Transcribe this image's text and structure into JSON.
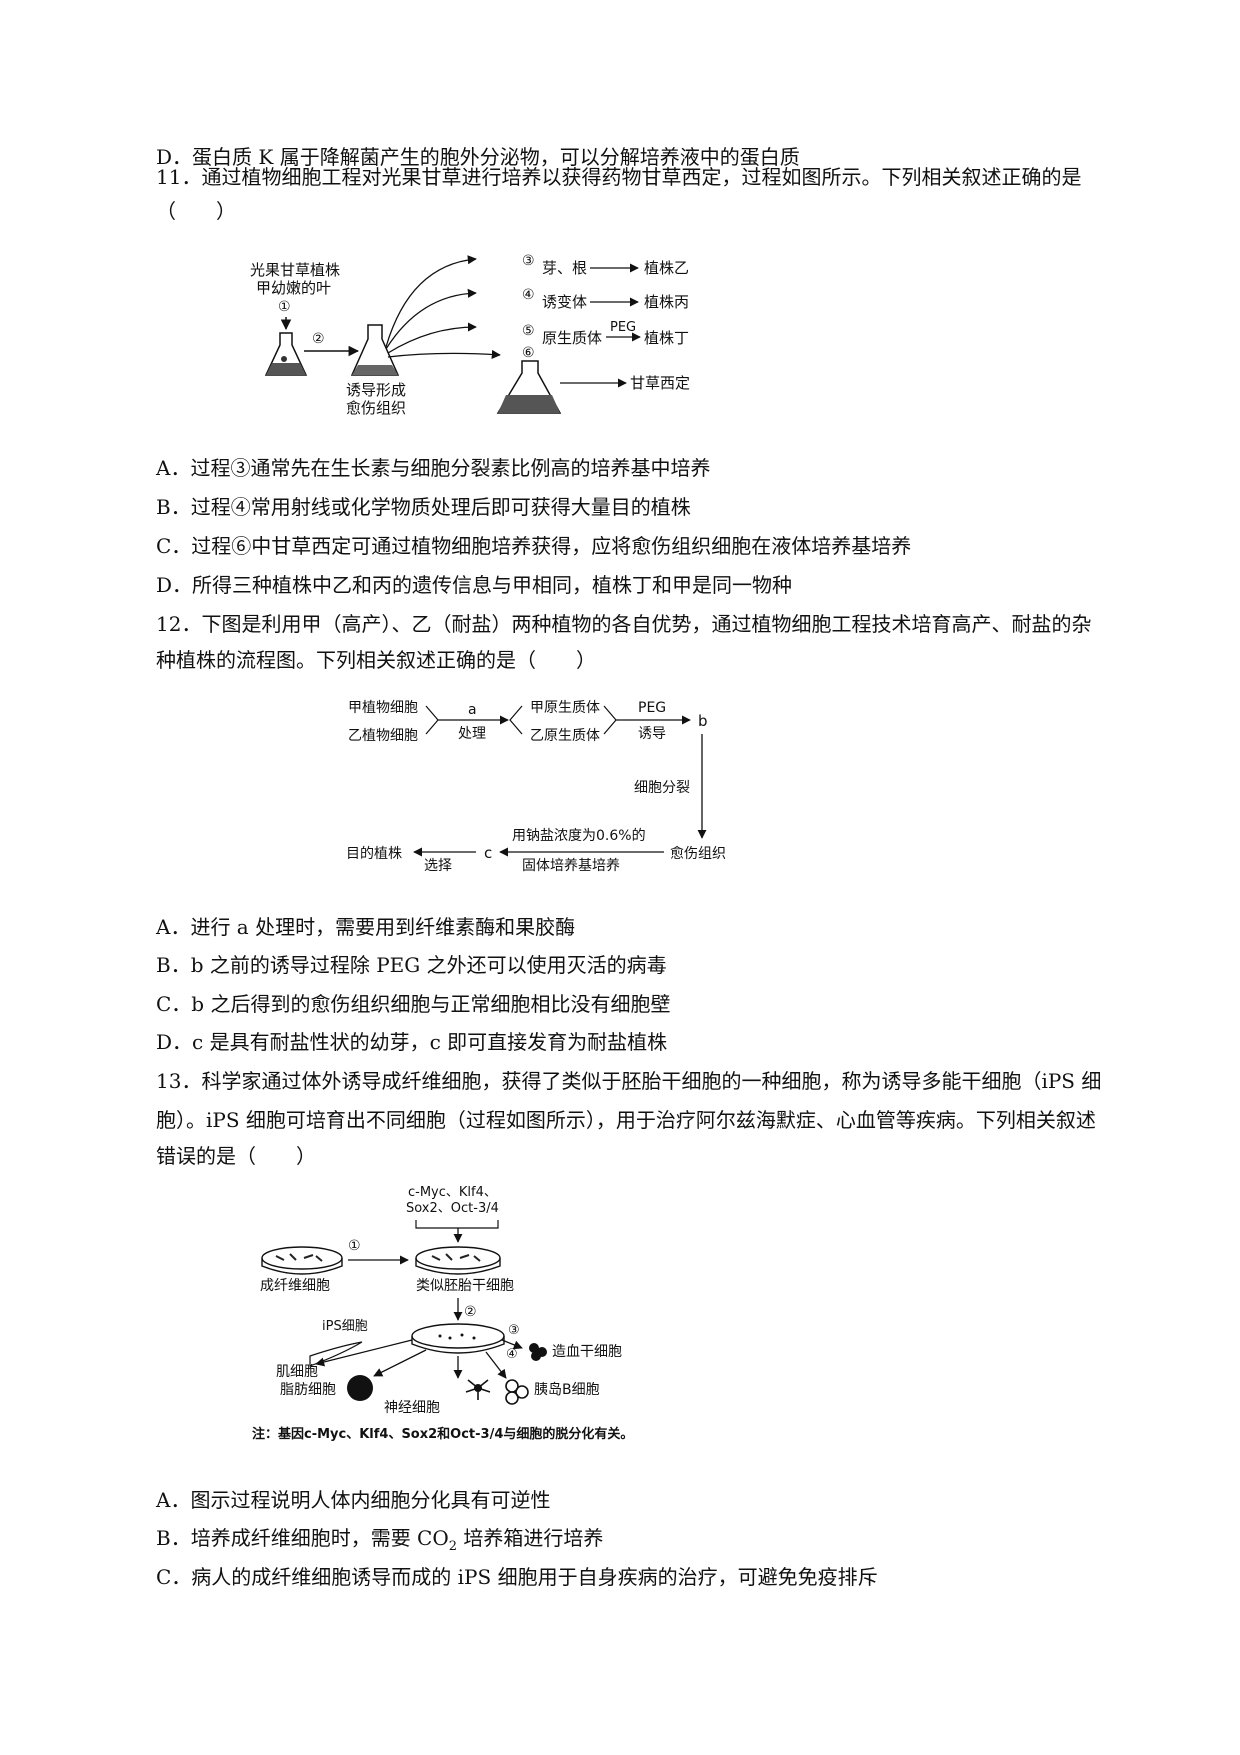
{
  "q10": {
    "opt_d": "D．蛋白质 K 属于降解菌产生的胞外分泌物，可以分解培养液中的蛋白质"
  },
  "q11": {
    "stem_1": "11．通过植物细胞工程对光果甘草进行培养以获得药物甘草西定，过程如图所示。下列相关叙述正确的是",
    "stem_2": "（　　）",
    "figure": {
      "source_1": "光果甘草植株",
      "source_2": "甲幼嫩的叶",
      "step_1": "①",
      "step_2": "②",
      "callus_1": "诱导形成",
      "callus_2": "愈伤组织",
      "step_3": "③",
      "branch_3": "芽、根",
      "result_3": "植株乙",
      "step_4": "④",
      "branch_4": "诱变体",
      "result_4": "植株丙",
      "step_5": "⑤",
      "branch_5": "原生质体",
      "peg": "PEG",
      "result_5": "植株丁",
      "step_6": "⑥",
      "result_6": "甘草西定"
    },
    "opt_a": "A．过程③通常先在生长素与细胞分裂素比例高的培养基中培养",
    "opt_b": "B．过程④常用射线或化学物质处理后即可获得大量目的植株",
    "opt_c": "C．过程⑥中甘草西定可通过植物细胞培养获得，应将愈伤组织细胞在液体培养基培养",
    "opt_d": "D．所得三种植株中乙和丙的遗传信息与甲相同，植株丁和甲是同一物种"
  },
  "q12": {
    "stem_1": "12．下图是利用甲（高产）、乙（耐盐）两种植物的各自优势，通过植物细胞工程技术培育高产、耐盐的杂",
    "stem_2": "种植株的流程图。下列相关叙述正确的是（　　）",
    "figure": {
      "cell_a": "甲植物细胞",
      "cell_b": "乙植物细胞",
      "a": "a",
      "treat": "处理",
      "proto_a": "甲原生质体",
      "proto_b": "乙原生质体",
      "peg": "PEG",
      "induce": "诱导",
      "b": "b",
      "division": "细胞分裂",
      "callus": "愈伤组织",
      "salt_1": "用钠盐浓度为0.6%的",
      "salt_2": "固体培养基培养",
      "c": "c",
      "select": "选择",
      "target": "目的植株"
    },
    "opt_a": "A．进行 a 处理时，需要用到纤维素酶和果胶酶",
    "opt_b": "B．b 之前的诱导过程除 PEG 之外还可以使用灭活的病毒",
    "opt_c": "C．b 之后得到的愈伤组织细胞与正常细胞相比没有细胞壁",
    "opt_d": "D．c 是具有耐盐性状的幼芽，c 即可直接发育为耐盐植株"
  },
  "q13": {
    "stem_1": "13．科学家通过体外诱导成纤维细胞，获得了类似于胚胎干细胞的一种细胞，称为诱导多能干细胞（iPS 细",
    "stem_2": "胞）。iPS 细胞可培育出不同细胞（过程如图所示），用于治疗阿尔兹海默症、心血管等疾病。下列相关叙述",
    "stem_3": "错误的是（　　）",
    "figure": {
      "genes_1": "c-Myc、Klf4、",
      "genes_2": "Sox2、Oct-3/4",
      "step_1": "①",
      "fibro": "成纤维细胞",
      "es_like": "类似胚胎干细胞",
      "step_2": "②",
      "ips": "iPS细胞",
      "muscle": "肌细胞",
      "step_3": "③",
      "hsc": "造血干细胞",
      "step_4": "④",
      "fat": "脂肪细胞",
      "neuron": "神经细胞",
      "islet": "胰岛B细胞",
      "note": "注：基因c-Myc、Klf4、Sox2和Oct-3/4与细胞的脱分化有关。"
    },
    "opt_a": "A．图示过程说明人体内细胞分化具有可逆性",
    "opt_b_pre": "B．培养成纤维细胞时，需要 CO",
    "opt_b_sub": "2",
    "opt_b_post": " 培养箱进行培养",
    "opt_c": "C．病人的成纤维细胞诱导而成的 iPS 细胞用于自身疾病的治疗，可避免免疫排斥"
  }
}
